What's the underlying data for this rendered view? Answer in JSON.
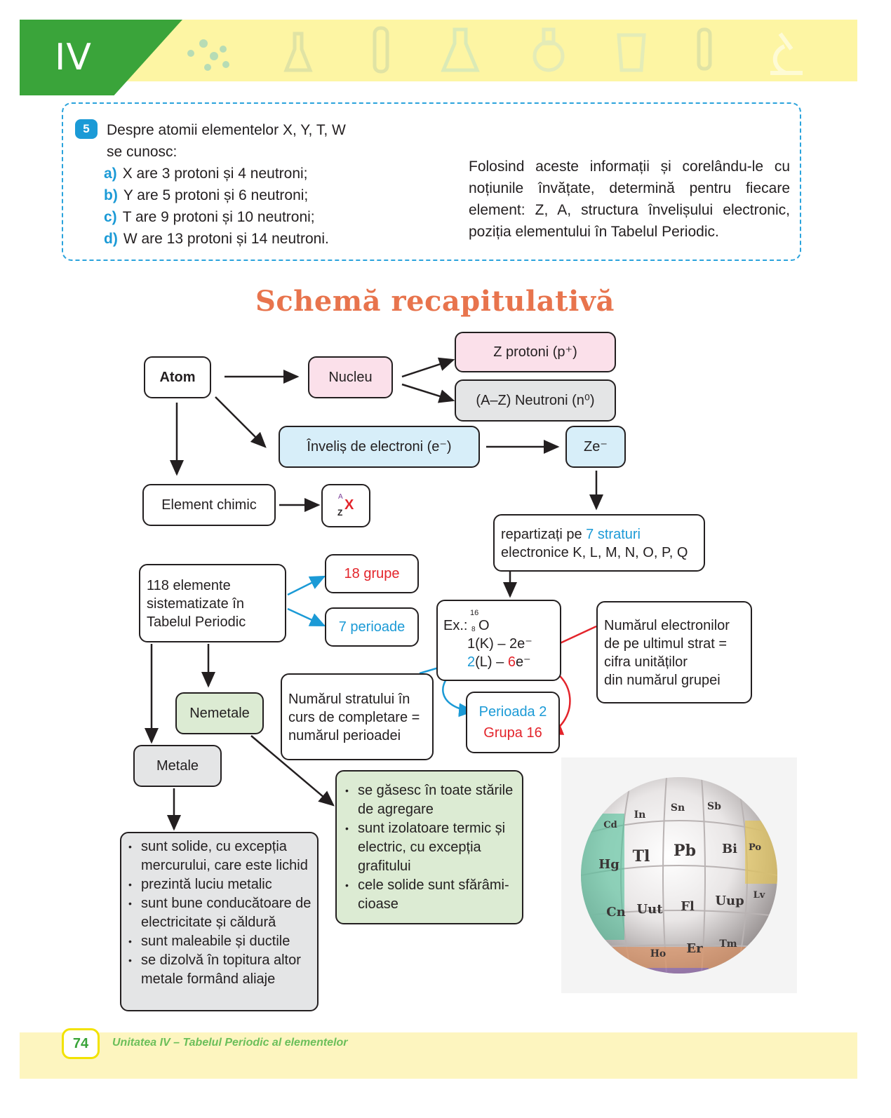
{
  "header": {
    "unit_roman": "IV"
  },
  "exercise": {
    "number": "5",
    "intro_line1": "Despre atomii elementelor X, Y, T, W",
    "intro_line2": "se cunosc:",
    "items": [
      {
        "label": "a)",
        "text": "X are 3 protoni și 4 neutroni;"
      },
      {
        "label": "b)",
        "text": "Y are 5 protoni și 6 neutroni;"
      },
      {
        "label": "c)",
        "text": "T are 9 protoni și 10 neutroni;"
      },
      {
        "label": "d)",
        "text": "W are 13 protoni și 14 neutroni."
      }
    ],
    "instruction": "Folosind aceste informații și corelându-le cu noțiunile învățate, determină pentru fiecare element: Z, A, structura învelișului electronic, poziția elementului în Tabelul Periodic."
  },
  "scheme": {
    "title": "Schemă recapitulativă",
    "atom": "Atom",
    "nucleu": "Nucleu",
    "protoni": "Z protoni (p⁺)",
    "neutroni": "(A–Z) Neutroni (n⁰)",
    "invelis": "Înveliș de electroni (e⁻)",
    "ze": "Ze⁻",
    "element_chimic": "Element chimic",
    "symbol": {
      "a": "A",
      "z": "Z",
      "x": "X"
    },
    "repartizati_prefix": "repartizați pe ",
    "repartizati_highlight": "7 straturi",
    "repartizati_line2": "electronice K, L, M, N, O, P, Q",
    "tabel_line1": "118 elemente",
    "tabel_line2": "sistematizate în",
    "tabel_line3": "Tabelul Periodic",
    "grupe": "18 grupe",
    "perioade": "7 perioade",
    "example": {
      "prefix": "Ex.:",
      "mass": "16",
      "atomic": "8",
      "symbol": "O",
      "line1": "1(K) – 2e⁻",
      "line2_num": "2",
      "line2_mid": "(L) – ",
      "line2_e": "6",
      "line2_suffix": "e⁻"
    },
    "ultim_strat": [
      "Numărul electronilor",
      "de pe ultimul strat =",
      "cifra unităților",
      "din numărul grupei"
    ],
    "strat_curs": [
      "Numărul stratului în",
      "curs de completare =",
      "numărul perioadei"
    ],
    "perioada": "Perioada 2",
    "grupa": "Grupa 16",
    "nemetale": "Nemetale",
    "metale": "Metale",
    "nemetale_props": [
      "se găsesc în toate stările de agregare",
      "sunt izolatoare termic și electric, cu excepția grafitului",
      "cele solide sunt sfărâmi-cioase"
    ],
    "metale_props": [
      "sunt solide, cu excepția mercurului, care este lichid",
      "prezintă luciu metalic",
      "sunt bune conducătoare de electricitate și căldură",
      "sunt maleabile și ductile",
      "se dizolvă în topitura altor metale formând aliaje"
    ]
  },
  "sphere": {
    "tiles": [
      "In",
      "Sn",
      "Sb",
      "Cd",
      "Hg",
      "Tl",
      "Pb",
      "Bi",
      "Po",
      "Cn",
      "Uut",
      "Fl",
      "Uup",
      "Lv",
      "Er",
      "Tm",
      "Ho"
    ]
  },
  "footer": {
    "page": "74",
    "text": "Unitatea IV – Tabelul Periodic al elementelor"
  },
  "colors": {
    "accent_green": "#3aa43a",
    "accent_blue": "#1b9ad6",
    "accent_red": "#e3242b",
    "title_orange": "#e8744d"
  }
}
